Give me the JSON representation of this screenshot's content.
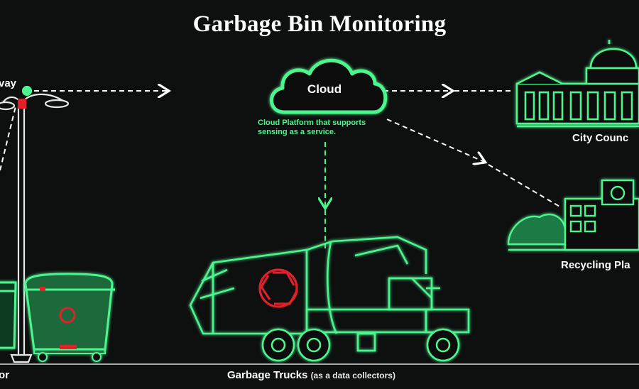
{
  "title": "Garbage Bin Monitoring",
  "cloud": {
    "label": "Cloud",
    "caption_line1": "Cloud Platform that supports",
    "caption_line2": "sensing as a service."
  },
  "gateway_label": "vay",
  "city_council_label": "City Counc",
  "recycling_label": "Recycling Pla",
  "sensor_label": "or",
  "trucks": {
    "label": "Garbage Trucks",
    "sub": "(as a data collectors)"
  },
  "colors": {
    "background": "#0e0f0f",
    "neon_green": "#4ef58f",
    "recycle_red": "#e0202a",
    "text": "#ffffff"
  }
}
